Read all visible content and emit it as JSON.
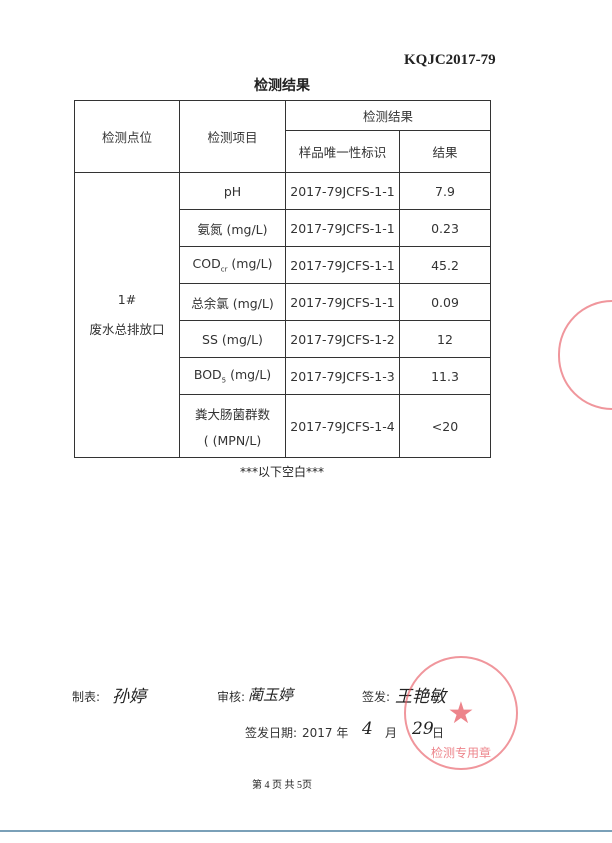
{
  "document_number": "KQJC2017-79",
  "title": "检测结果",
  "table": {
    "headers": {
      "point": "检测点位",
      "item": "检测项目",
      "result_group": "检测结果",
      "sample_id": "样品唯一性标识",
      "result": "结果"
    },
    "point": {
      "line1": "1#",
      "line2": "废水总排放口"
    },
    "rows": [
      {
        "item": "pH",
        "sample_id": "2017-79JCFS-1-1",
        "result": "7.9"
      },
      {
        "item": "氨氮 (mg/L)",
        "sample_id": "2017-79JCFS-1-1",
        "result": "0.23"
      },
      {
        "item": "COD",
        "item_sub": "cr",
        "item_unit": " (mg/L)",
        "sample_id": "2017-79JCFS-1-1",
        "result": "45.2"
      },
      {
        "item": "总余氯 (mg/L)",
        "sample_id": "2017-79JCFS-1-1",
        "result": "0.09"
      },
      {
        "item": "SS (mg/L)",
        "sample_id": "2017-79JCFS-1-2",
        "result": "12"
      },
      {
        "item": "BOD",
        "item_sub": "5",
        "item_unit": " (mg/L)",
        "sample_id": "2017-79JCFS-1-3",
        "result": "11.3"
      },
      {
        "item": "粪大肠菌群数",
        "item_line2": "( (MPN/L)",
        "sample_id": "2017-79JCFS-1-4",
        "result": "<20"
      }
    ]
  },
  "blank_note": "***以下空白***",
  "signatures": {
    "prepared_label": "制表:",
    "prepared_name": "孙婷",
    "reviewed_label": "审核:",
    "reviewed_name": "蔺玉婷",
    "issued_label": "签发:",
    "issued_name": "王艳敏",
    "issue_date_label": "签发日期:",
    "year": "2017 年",
    "month": "4",
    "month_label": "月",
    "day": "29",
    "day_label": "日"
  },
  "stamp_text": "检测专用章",
  "footer": "第 4 页 共 5页"
}
